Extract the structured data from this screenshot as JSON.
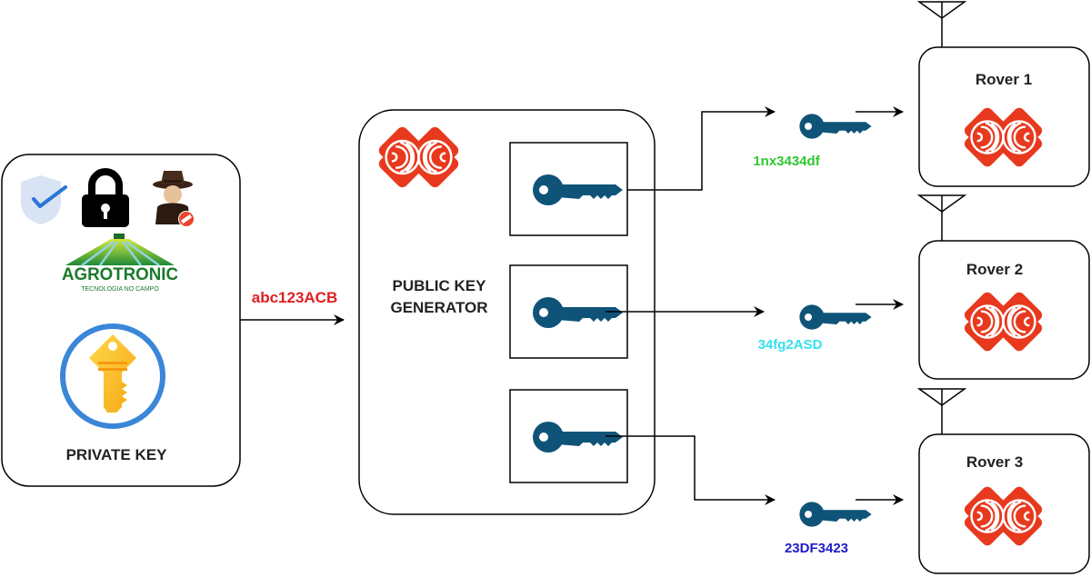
{
  "private_panel": {
    "title": "PRIVATE KEY",
    "icons": [
      "shield-check-icon",
      "padlock-icon",
      "spy-blocked-icon",
      "golden-key-icon"
    ],
    "logo": {
      "name": "AGROTRONIC",
      "tagline": "TECNOLOGIA NO CAMPO"
    }
  },
  "private_key_value": {
    "text": "abc123ACB",
    "color": "#e02020"
  },
  "generator": {
    "title_line1": "PUBLIC KEY",
    "title_line2": "GENERATOR",
    "logo_icon": "espressif-logo-icon",
    "slots": [
      {
        "icon": "public-key-icon"
      },
      {
        "icon": "public-key-icon"
      },
      {
        "icon": "public-key-icon"
      }
    ]
  },
  "public_keys": [
    {
      "text": "1nx3434df",
      "color": "#2ec82e"
    },
    {
      "text": "34fg2ASD",
      "color": "#33e0ee"
    },
    {
      "text": "23DF3423",
      "color": "#1c1cc8"
    }
  ],
  "rovers": [
    {
      "label": "Rover 1",
      "icon": "espressif-logo-icon",
      "antenna": "antenna-icon"
    },
    {
      "label": "Rover 2",
      "icon": "espressif-logo-icon",
      "antenna": "antenna-icon"
    },
    {
      "label": "Rover 3",
      "icon": "espressif-logo-icon",
      "antenna": "antenna-icon"
    }
  ],
  "colors": {
    "key_blue": "#0f5478",
    "logo_red": "#e8391e",
    "stroke": "#000000"
  }
}
